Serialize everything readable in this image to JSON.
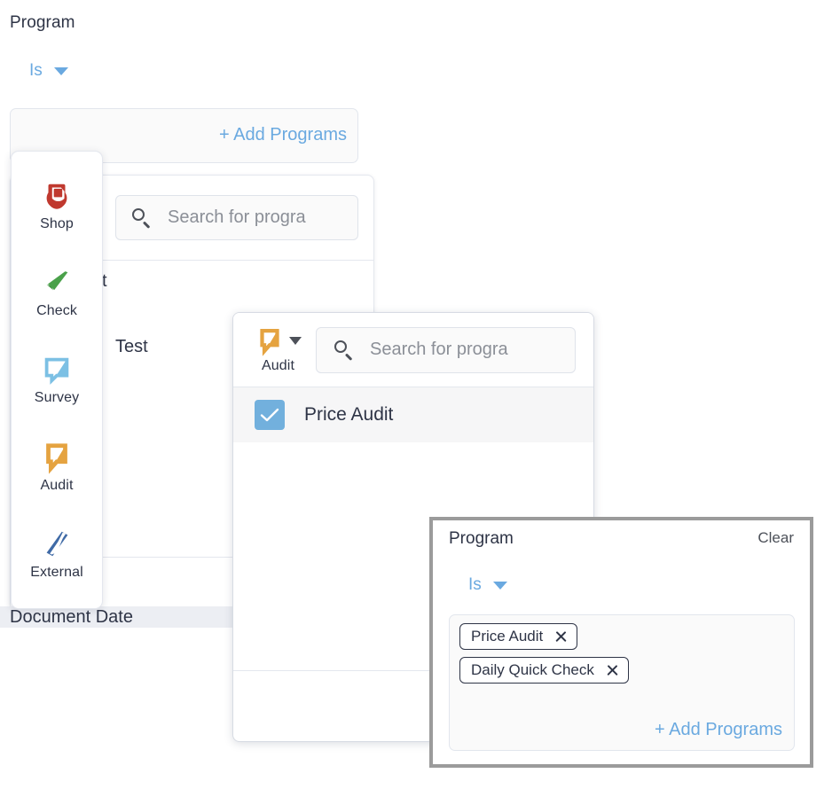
{
  "background_filter": {
    "label": "Program",
    "operator": "Is",
    "operator_icon": "chevron-down-icon",
    "add_programs_label": "+ Add Programs"
  },
  "background_card": {
    "search": {
      "placeholder": "Search for progra",
      "icon": "search-icon"
    },
    "row_fragment_top": "t",
    "row_text": "Test"
  },
  "clipped_row": {
    "label": "Document Date"
  },
  "type_sidebar": {
    "items": [
      {
        "label": "Shop",
        "icon": "shop-icon",
        "color": "#c0392f"
      },
      {
        "label": "Check",
        "icon": "check-icon",
        "color": "#4aa14a"
      },
      {
        "label": "Survey",
        "icon": "survey-icon",
        "color": "#7cc0e4"
      },
      {
        "label": "Audit",
        "icon": "audit-icon",
        "color": "#e5a340"
      },
      {
        "label": "External",
        "icon": "external-icon",
        "color": "#3f6aa6"
      }
    ]
  },
  "program_picker": {
    "type_label": "Audit",
    "type_icon": "audit-icon",
    "type_caret": "chevron-down-icon",
    "search": {
      "placeholder": "Search for progra",
      "icon": "search-icon"
    },
    "options": [
      {
        "label": "Price Audit",
        "checked": true,
        "checkbox_color": "#72b0dd"
      }
    ]
  },
  "result_panel": {
    "title": "Program",
    "clear_label": "Clear",
    "operator": "Is",
    "operator_icon": "chevron-down-icon",
    "chips": [
      {
        "label": "Price Audit",
        "remove_icon": "close-icon"
      },
      {
        "label": "Daily Quick Check",
        "remove_icon": "close-icon"
      }
    ],
    "add_programs_label": "+ Add Programs"
  },
  "colors": {
    "accent_blue": "#6aa9e0",
    "text_dark": "#2e3446",
    "checkbox_blue": "#72b0dd",
    "panel_border_strong": "#9b9b9b"
  }
}
